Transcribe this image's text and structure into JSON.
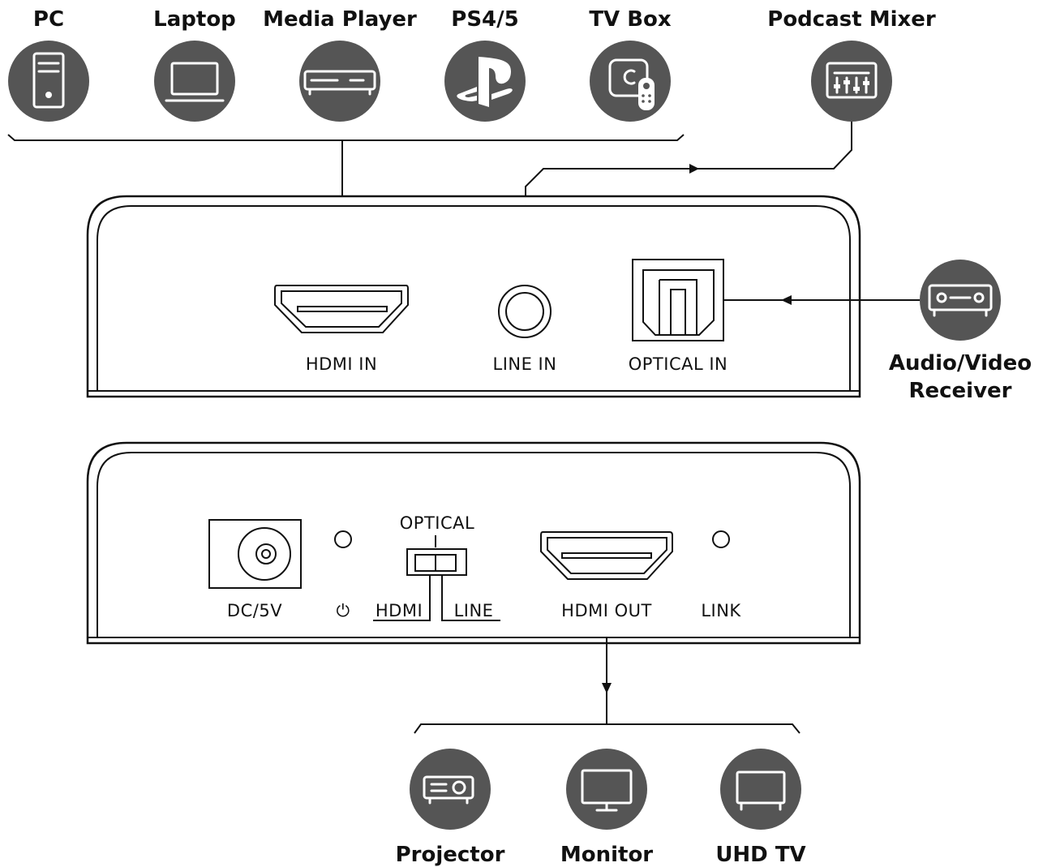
{
  "colors": {
    "icon_circle": "#555555",
    "line": "#111111",
    "background": "#ffffff"
  },
  "sources": {
    "pc": {
      "label": "PC",
      "icon": "pc-tower-icon"
    },
    "laptop": {
      "label": "Laptop",
      "icon": "laptop-icon"
    },
    "media_player": {
      "label": "Media Player",
      "icon": "media-player-icon"
    },
    "ps": {
      "label": "PS4/5",
      "icon": "playstation-icon"
    },
    "tv_box": {
      "label": "TV Box",
      "icon": "tv-box-icon"
    },
    "podcast_mixer": {
      "label": "Podcast Mixer",
      "icon": "mixer-icon"
    },
    "av_receiver": {
      "label_line1": "Audio/Video",
      "label_line2": "Receiver",
      "icon": "av-receiver-icon"
    }
  },
  "input_panel": {
    "hdmi_in": "HDMI IN",
    "line_in": "LINE IN",
    "optical_in": "OPTICAL IN"
  },
  "output_panel": {
    "dc": "DC/5V",
    "power_symbol": "⏻",
    "switch_optical": "OPTICAL",
    "switch_hdmi": "HDMI",
    "switch_line": "LINE",
    "hdmi_out": "HDMI OUT",
    "link": "LINK"
  },
  "outputs": {
    "projector": {
      "label": "Projector",
      "icon": "projector-icon"
    },
    "monitor": {
      "label": "Monitor",
      "icon": "monitor-icon"
    },
    "uhd_tv": {
      "label": "UHD TV",
      "icon": "tv-icon"
    }
  }
}
